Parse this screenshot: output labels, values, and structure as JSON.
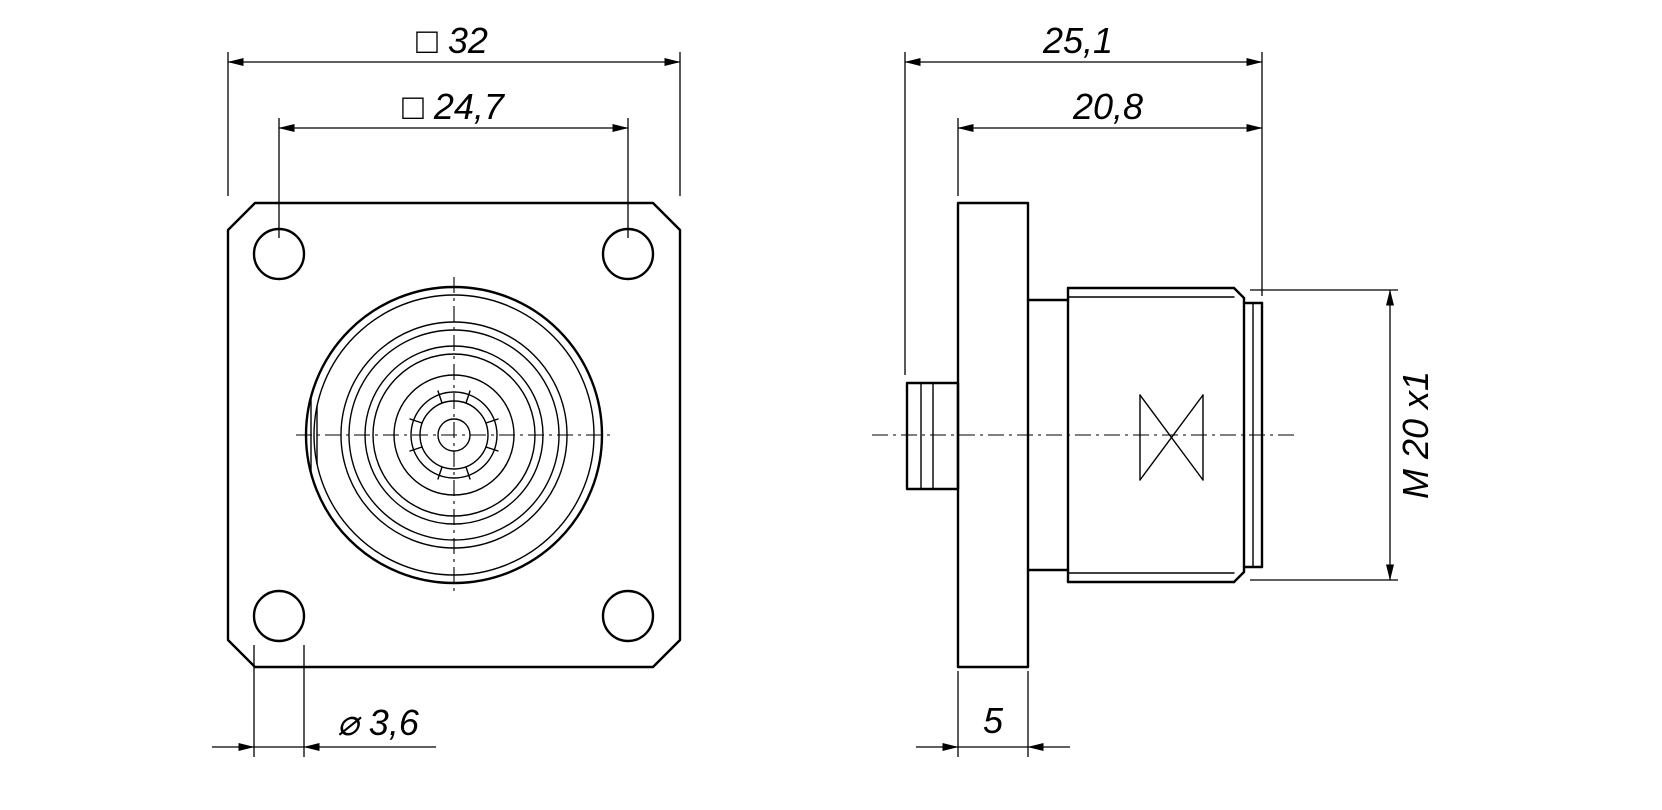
{
  "drawing": {
    "type": "technical-dimension-drawing",
    "colors": {
      "line": "#000000",
      "background": "#ffffff"
    },
    "front_view": {
      "outer_square_dim": "□ 32",
      "inner_square_dim": "□ 24,7",
      "hole_dia_dim": "⌀ 3,6"
    },
    "side_view": {
      "overall_length_dim": "25,1",
      "body_length_dim": "20,8",
      "flange_thickness_dim": "5",
      "thread_dim": "M 20 x1"
    }
  }
}
